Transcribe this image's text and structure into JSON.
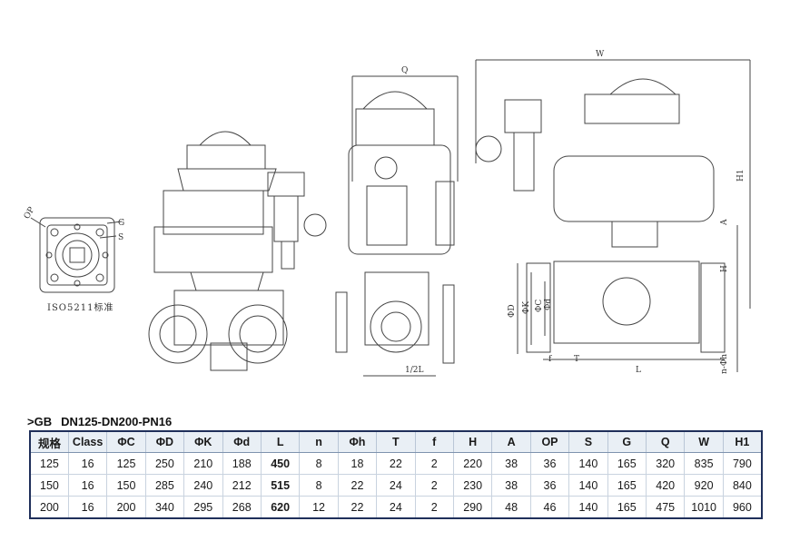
{
  "diagram": {
    "dimension_labels": {
      "op": "OP",
      "g": "G",
      "s": "S",
      "q": "Q",
      "half_l": "1/2L",
      "w": "W",
      "h1": "H1",
      "a": "A",
      "h": "H",
      "phi_d": "ΦD",
      "phi_k": "ΦK",
      "phi_c": "ΦC",
      "phi_d_small": "Φd",
      "f": "f",
      "t": "T",
      "l": "L",
      "n_phi_h": "n-Φh"
    },
    "standard_label": "ISO5211标准"
  },
  "spec": {
    "prefix": ">GB",
    "title": "DN125-DN200-PN16",
    "headers": [
      "规格",
      "Class",
      "ΦC",
      "ΦD",
      "ΦK",
      "Φd",
      "L",
      "n",
      "Φh",
      "T",
      "f",
      "H",
      "A",
      "OP",
      "S",
      "G",
      "Q",
      "W",
      "H1"
    ],
    "rows": [
      [
        "125",
        "16",
        "125",
        "250",
        "210",
        "188",
        "450",
        "8",
        "18",
        "22",
        "2",
        "220",
        "38",
        "36",
        "140",
        "165",
        "320",
        "835",
        "790"
      ],
      [
        "150",
        "16",
        "150",
        "285",
        "240",
        "212",
        "515",
        "8",
        "22",
        "24",
        "2",
        "230",
        "38",
        "36",
        "140",
        "165",
        "420",
        "920",
        "840"
      ],
      [
        "200",
        "16",
        "200",
        "340",
        "295",
        "268",
        "620",
        "12",
        "22",
        "24",
        "2",
        "290",
        "48",
        "46",
        "140",
        "165",
        "475",
        "1010",
        "960"
      ]
    ]
  }
}
